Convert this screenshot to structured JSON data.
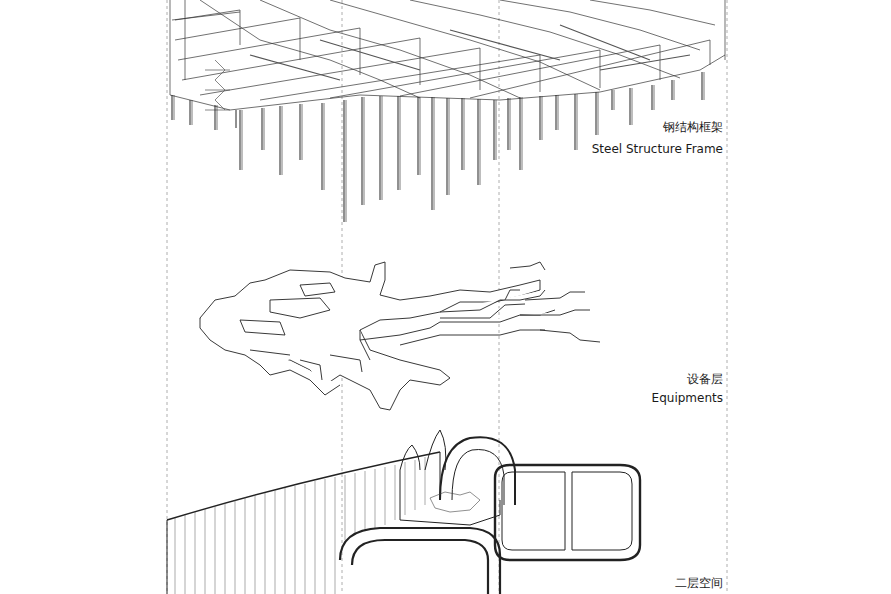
{
  "diagram": {
    "labels": [
      "钢结构框架",
      "Steel Structure Frame",
      "设备层",
      "Equipments",
      "二层空间"
    ]
  }
}
